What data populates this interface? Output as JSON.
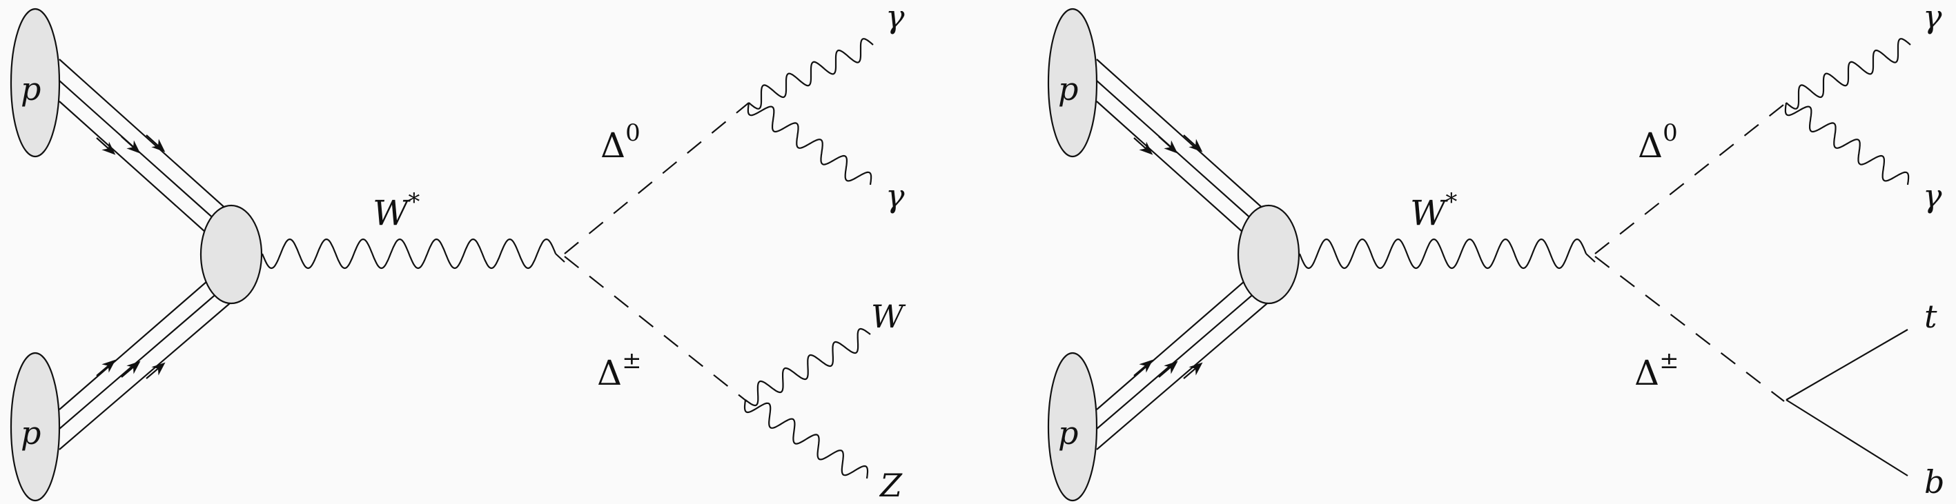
{
  "diagrams": [
    {
      "proton_top": "p",
      "proton_bottom": "p",
      "propagator": {
        "base": "W",
        "sup": "*"
      },
      "neutral": {
        "base": "Δ",
        "sup": "0"
      },
      "charged": {
        "base": "Δ",
        "sup": "±"
      },
      "neutral_products": [
        "γ",
        "γ"
      ],
      "charged_products": [
        "W",
        "Z"
      ],
      "charged_product_type": "boson"
    },
    {
      "proton_top": "p",
      "proton_bottom": "p",
      "propagator": {
        "base": "W",
        "sup": "*"
      },
      "neutral": {
        "base": "Δ",
        "sup": "0"
      },
      "charged": {
        "base": "Δ",
        "sup": "±"
      },
      "neutral_products": [
        "γ",
        "γ"
      ],
      "charged_products": [
        "t",
        "b"
      ],
      "charged_product_type": "fermion"
    }
  ]
}
